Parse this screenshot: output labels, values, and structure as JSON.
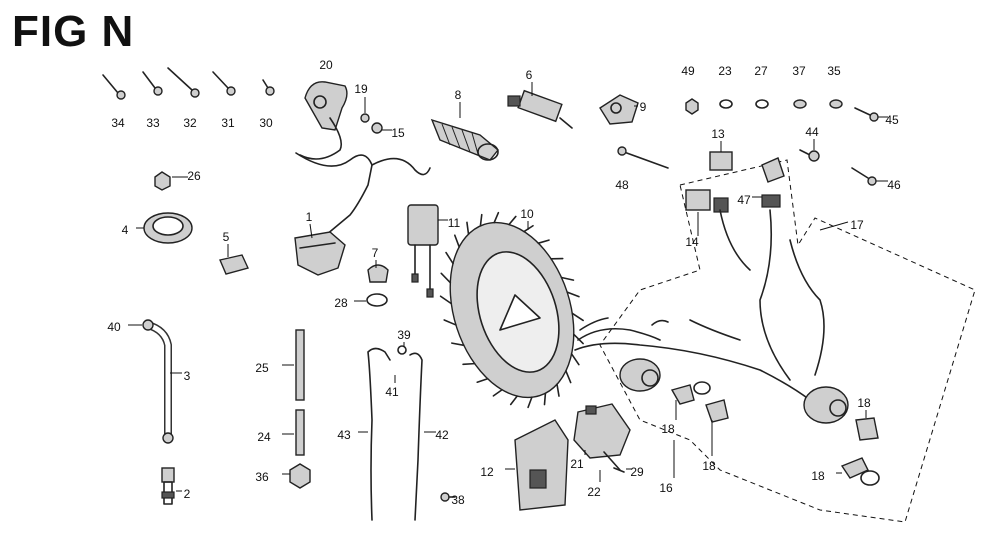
{
  "title": "FIG N",
  "callouts": [
    "34",
    "33",
    "32",
    "31",
    "30",
    "20",
    "19",
    "15",
    "8",
    "6",
    "9",
    "49",
    "23",
    "27",
    "37",
    "35",
    "45",
    "44",
    "46",
    "13",
    "47",
    "48",
    "26",
    "1",
    "11",
    "10",
    "14",
    "17",
    "4",
    "5",
    "7",
    "28",
    "40",
    "3",
    "25",
    "39",
    "41",
    "43",
    "42",
    "24",
    "36",
    "38",
    "2",
    "12",
    "21",
    "22",
    "29",
    "18",
    "16"
  ]
}
